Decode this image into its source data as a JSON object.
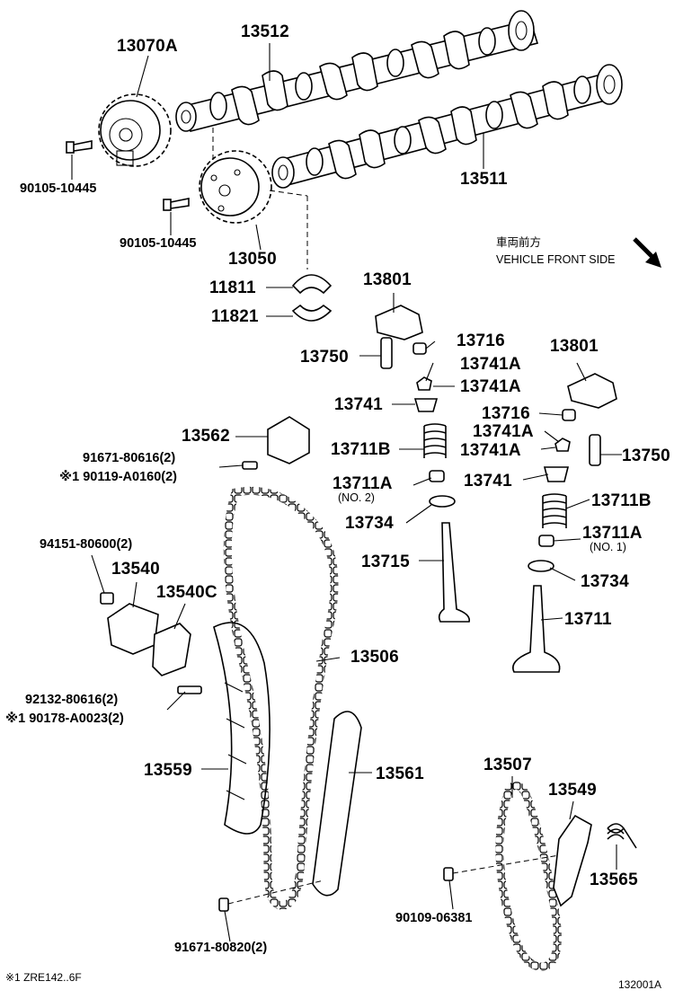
{
  "direction": {
    "kanji": "車両前方",
    "english": "VEHICLE FRONT SIDE",
    "arrow_icon": "diagonal-arrow-icon"
  },
  "labels": {
    "p13070A": "13070A",
    "p13512": "13512",
    "p90105a": "90105-10445",
    "p13511": "13511",
    "p90105b": "90105-10445",
    "p13050": "13050",
    "p11811": "11811",
    "p11821": "11821",
    "p13801a": "13801",
    "p13716a": "13716",
    "p13750a": "13750",
    "p13741Aa": "13741A",
    "p13741Ab": "13741A",
    "p13741a": "13741",
    "p13711Ba": "13711B",
    "p13711Aa": "13711A",
    "p13711Aa_sub": "(NO. 2)",
    "p13734a": "13734",
    "p13715": "13715",
    "p13801b": "13801",
    "p13716b": "13716",
    "p13741Ac": "13741A",
    "p13741Ad": "13741A",
    "p13750b": "13750",
    "p13741b": "13741",
    "p13711Bb": "13711B",
    "p13711Ab": "13711A",
    "p13711Ab_sub": "(NO. 1)",
    "p13734b": "13734",
    "p13711": "13711",
    "p13562": "13562",
    "p91671a": "91671-80616(2)",
    "p90119": "※1 90119-A0160(2)",
    "p94151": "94151-80600(2)",
    "p13540": "13540",
    "p13540C": "13540C",
    "p92132": "92132-80616(2)",
    "p90178": "※1 90178-A0023(2)",
    "p13506": "13506",
    "p13559": "13559",
    "p13561": "13561",
    "p13507": "13507",
    "p13549": "13549",
    "p13565": "13565",
    "p90109": "90109-06381",
    "p91671b": "91671-80820(2)"
  },
  "footer": {
    "note": "※1 ZRE142..6F",
    "code": "132001A"
  }
}
